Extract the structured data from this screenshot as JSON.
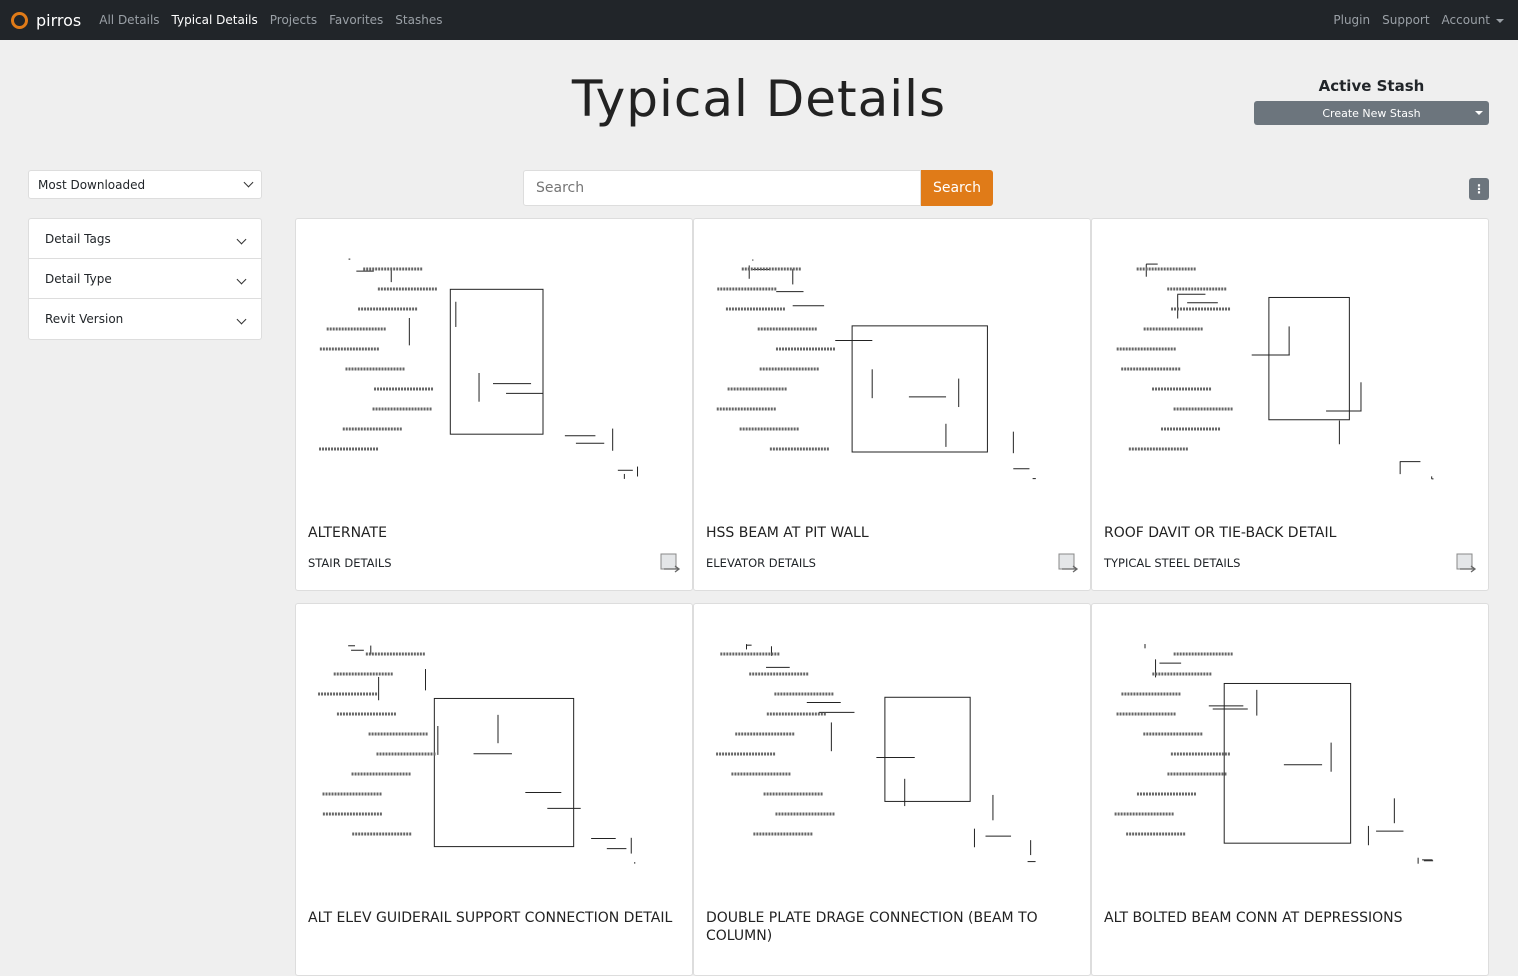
{
  "nav": {
    "brand": "pirros",
    "links": [
      "All Details",
      "Typical Details",
      "Projects",
      "Favorites",
      "Stashes"
    ],
    "active": "Typical Details",
    "right": [
      "Plugin",
      "Support",
      "Account"
    ]
  },
  "page_title": "Typical Details",
  "stash": {
    "title": "Active Stash",
    "button": "Create New Stash"
  },
  "sort": {
    "selected": "Most Downloaded"
  },
  "filters": [
    "Detail Tags",
    "Detail Type",
    "Revit Version"
  ],
  "search": {
    "placeholder": "Search",
    "button": "Search"
  },
  "kebab": "⋮",
  "cards": [
    {
      "title": "ALTERNATE",
      "category": "STAIR DETAILS"
    },
    {
      "title": "HSS BEAM AT PIT WALL",
      "category": "ELEVATOR DETAILS"
    },
    {
      "title": "ROOF DAVIT OR TIE-BACK DETAIL",
      "category": "TYPICAL STEEL DETAILS"
    },
    {
      "title": "ALT ELEV GUIDERAIL SUPPORT CONNECTION DETAIL",
      "category": ""
    },
    {
      "title": "DOUBLE PLATE DRAGE CONNECTION (BEAM TO COLUMN)",
      "category": ""
    },
    {
      "title": "ALT BOLTED BEAM CONN AT DEPRESSIONS",
      "category": ""
    }
  ],
  "colors": {
    "accent": "#e07b18",
    "nav": "#212529",
    "secondary": "#6c757d"
  }
}
